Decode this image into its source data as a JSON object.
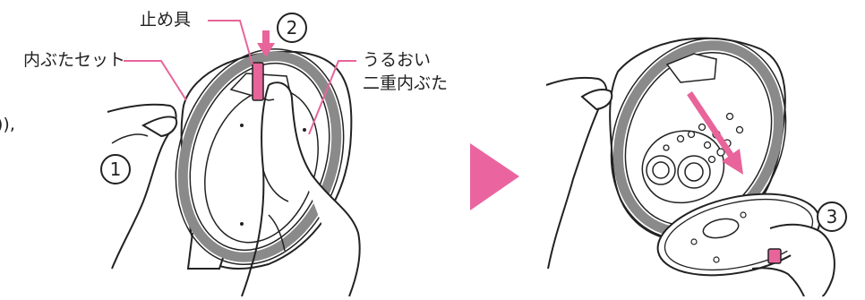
{
  "labels": {
    "stopper": "止め具",
    "inner_lid_set": "内ぶたセット",
    "uruoi_line1": "うるおい",
    "uruoi_line2": "二重内ぶた",
    "cut_text": ")),"
  },
  "steps": {
    "one": "1",
    "two": "2",
    "three": "3"
  },
  "colors": {
    "accent_pink": "#e8649a",
    "line": "#222222",
    "ring_gray": "#8a8a8a"
  }
}
